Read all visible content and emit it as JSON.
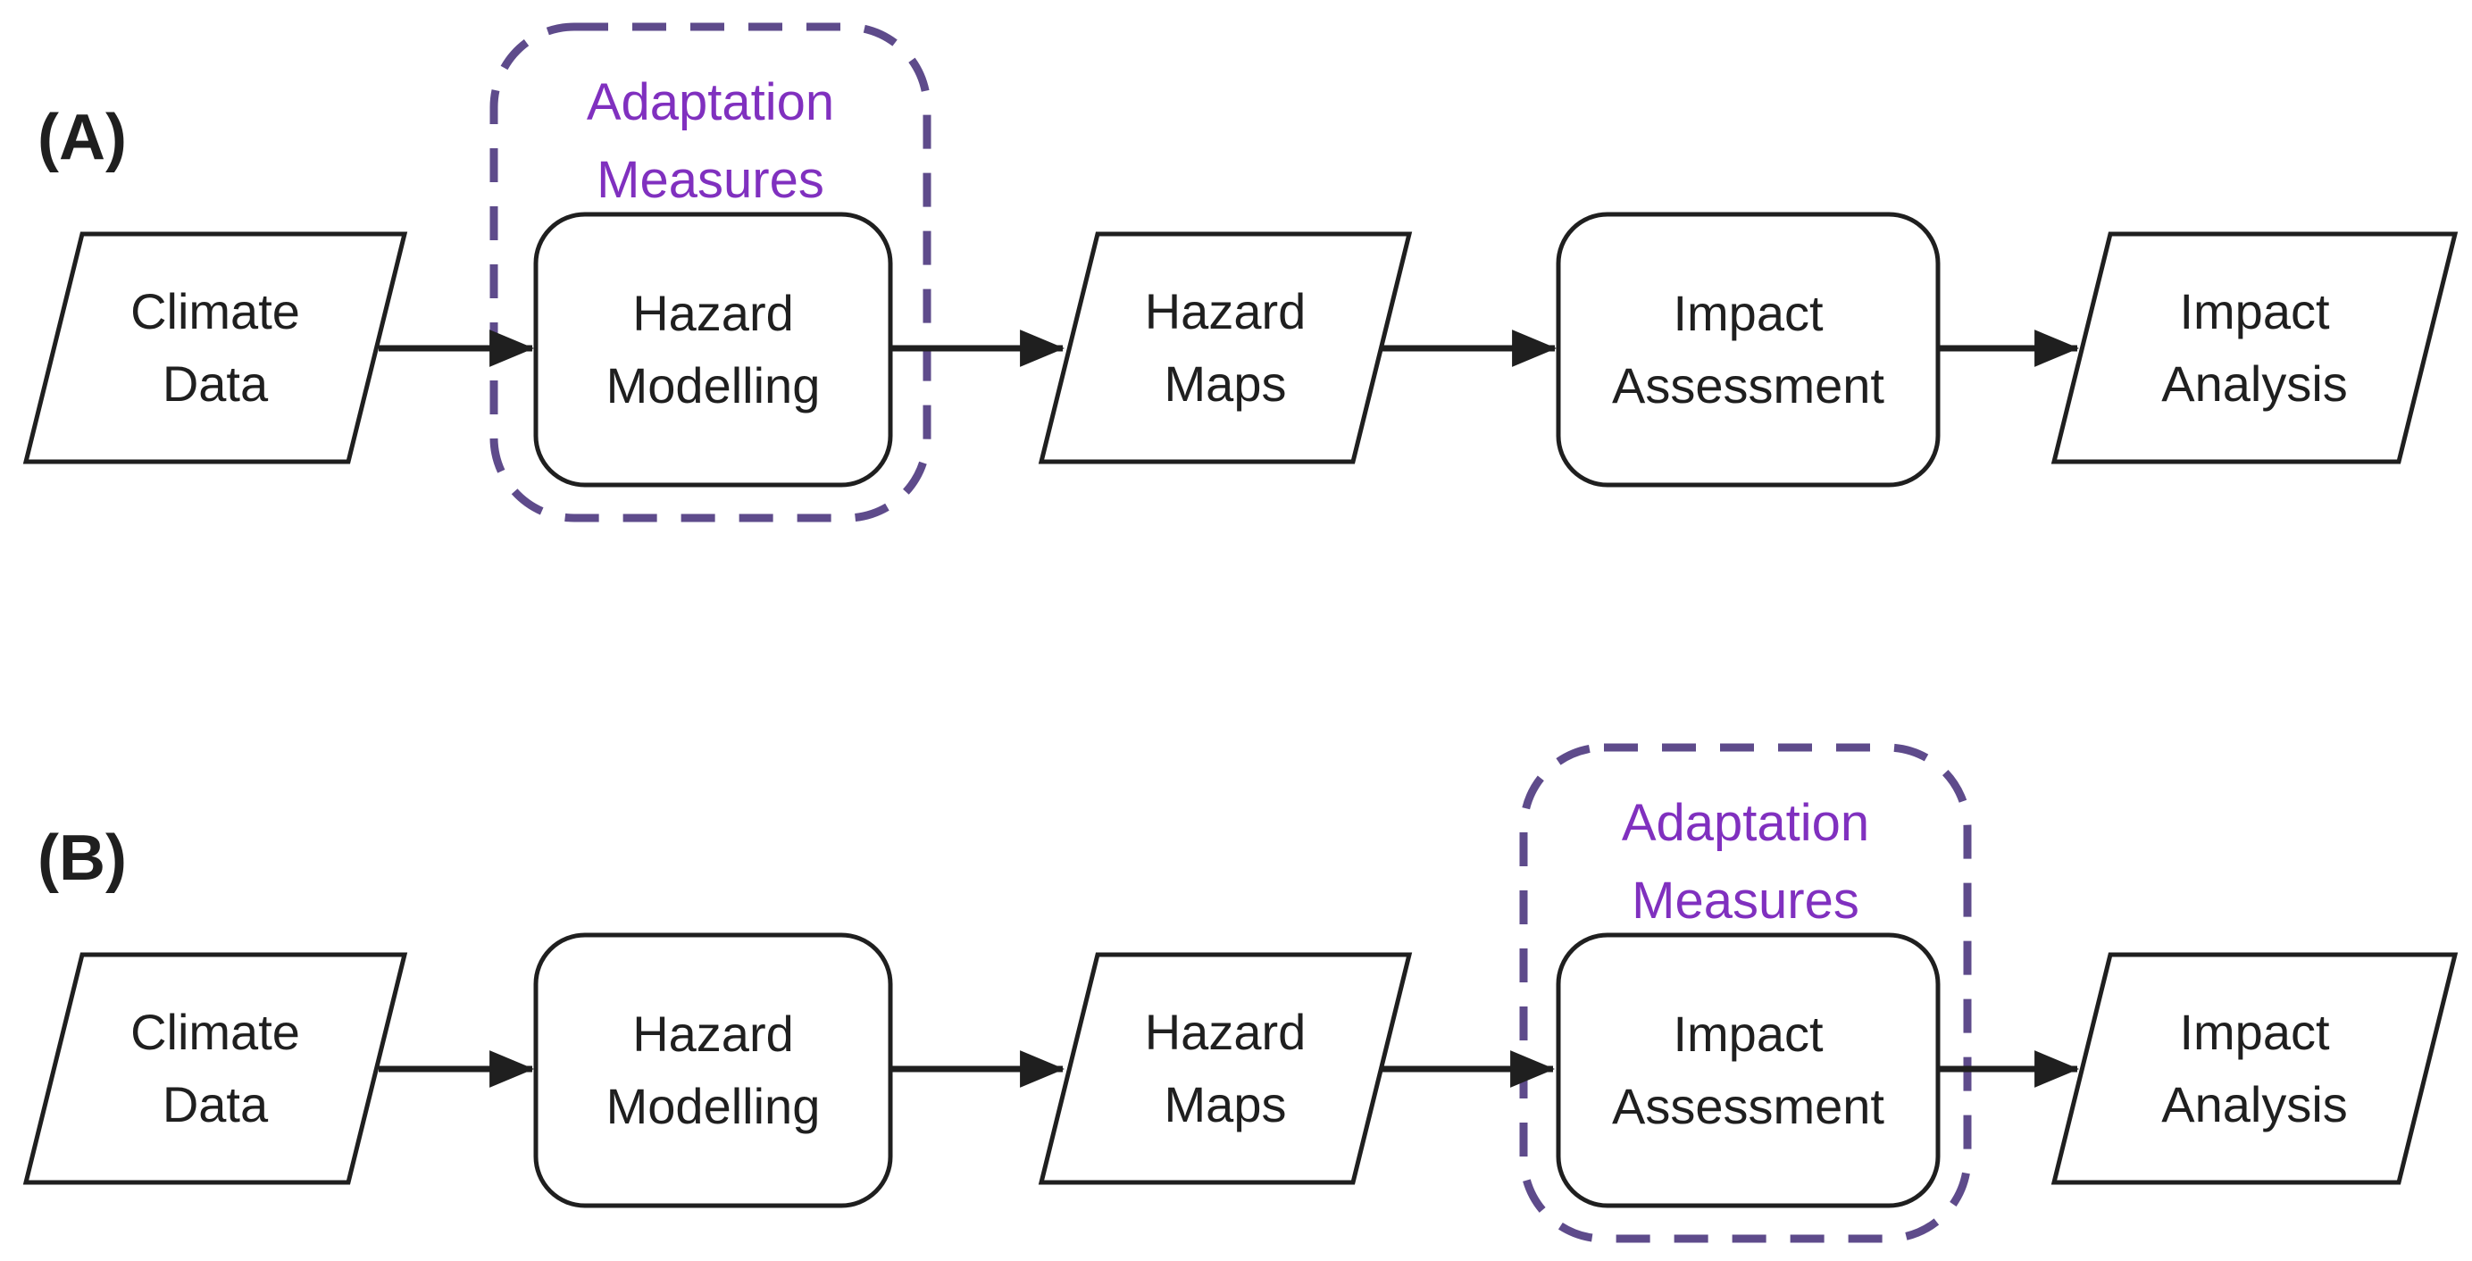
{
  "figure": {
    "panels": [
      {
        "label": "(A)",
        "adaptation_label": "Adaptation\nMeasures",
        "adaptation_box_encloses": "Hazard Modelling",
        "nodes": [
          {
            "name": "climate-data",
            "label": "Climate\nData",
            "shape": "parallelogram"
          },
          {
            "name": "hazard-modelling",
            "label": "Hazard\nModelling",
            "shape": "rounded-rect",
            "in_adaptation_box": true
          },
          {
            "name": "hazard-maps",
            "label": "Hazard\nMaps",
            "shape": "parallelogram"
          },
          {
            "name": "impact-assessment",
            "label": "Impact\nAssessment",
            "shape": "rounded-rect",
            "in_adaptation_box": false
          },
          {
            "name": "impact-analysis",
            "label": "Impact\nAnalysis",
            "shape": "parallelogram"
          }
        ]
      },
      {
        "label": "(B)",
        "adaptation_label": "Adaptation\nMeasures",
        "adaptation_box_encloses": "Impact Assessment",
        "nodes": [
          {
            "name": "climate-data",
            "label": "Climate\nData",
            "shape": "parallelogram"
          },
          {
            "name": "hazard-modelling",
            "label": "Hazard\nModelling",
            "shape": "rounded-rect",
            "in_adaptation_box": false
          },
          {
            "name": "hazard-maps",
            "label": "Hazard\nMaps",
            "shape": "parallelogram"
          },
          {
            "name": "impact-assessment",
            "label": "Impact\nAssessment",
            "shape": "rounded-rect",
            "in_adaptation_box": true
          },
          {
            "name": "impact-analysis",
            "label": "Impact\nAnalysis",
            "shape": "parallelogram"
          }
        ]
      }
    ],
    "colors": {
      "adaptation_text": "#8030BF",
      "adaptation_border": "#5E4B8B",
      "shape_border": "#1F1F1F"
    }
  }
}
